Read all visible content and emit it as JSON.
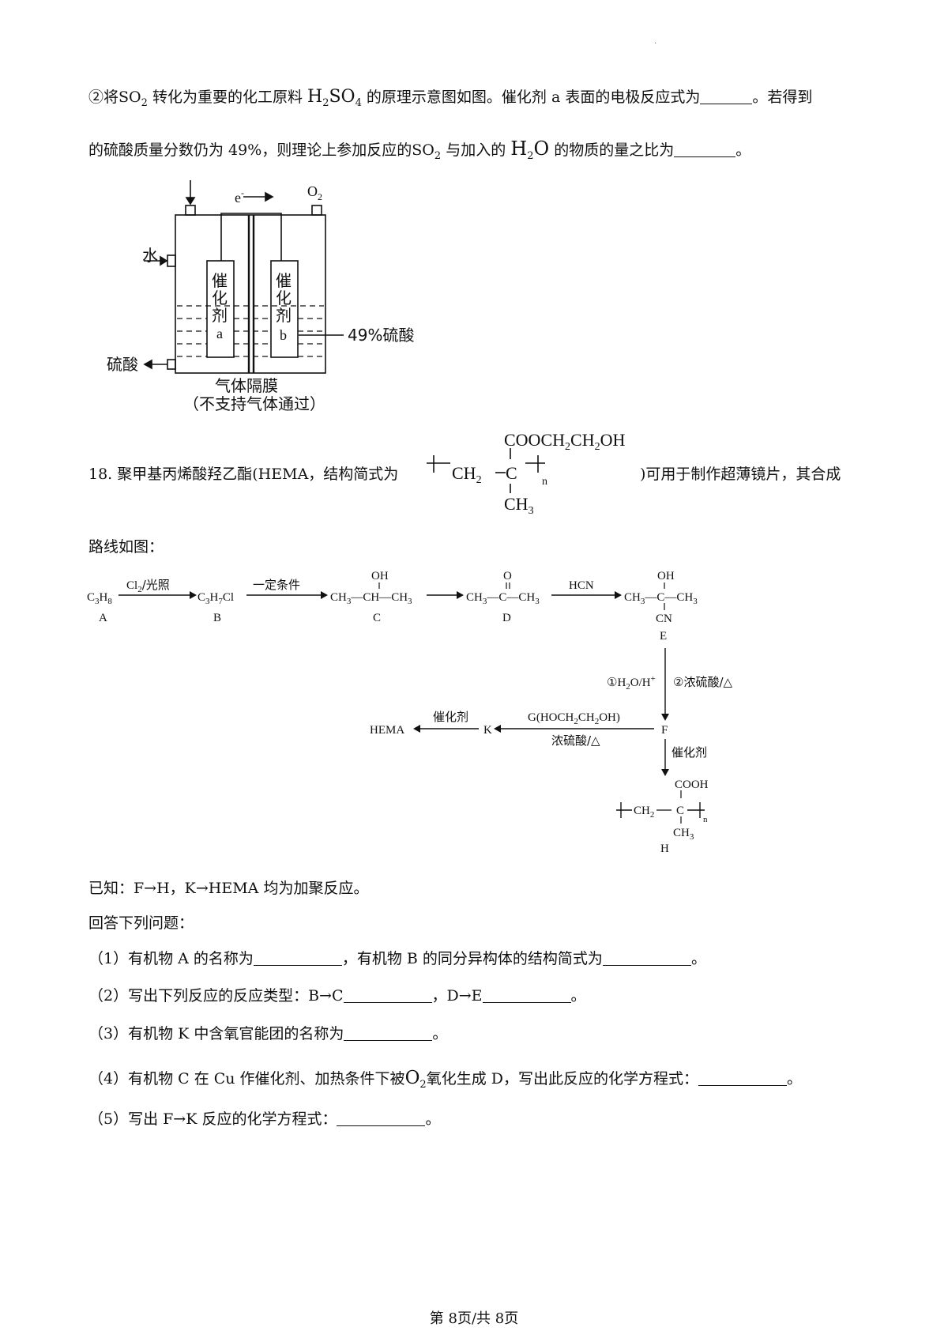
{
  "header_mark": "·",
  "q17": {
    "line1": {
      "a": "②将",
      "so": "SO",
      "so_sub": "2",
      "b": "转化为重要的化工原料",
      "h": "H",
      "h_sub": "2",
      "so4": "SO",
      "so4_sub": "4",
      "c": "的原理示意图如图。催化剂 a 表面的电极反应式为",
      "d": "。若得到"
    },
    "line2": {
      "a": "的硫酸质量分数仍为 49%，则理论上参加反应的",
      "so": "SO",
      "so_sub": "2",
      "b": "与加入的",
      "h": "H",
      "h_sub": "2",
      "o": "O",
      "c": "的物质的量之比为",
      "d": "。"
    },
    "diagram": {
      "water": "水",
      "electron": "e",
      "electron_sup": "-",
      "o2": "O",
      "o2_sub": "2",
      "cat_a_chars": [
        "催",
        "化",
        "剂"
      ],
      "cat_a_letter": "a",
      "cat_b_chars": [
        "催",
        "化",
        "剂"
      ],
      "cat_b_letter": "b",
      "acid_label": "49%硫酸",
      "outlet": "硫酸",
      "membrane": "气体隔膜",
      "membrane_note": "（不支持气体通过）"
    }
  },
  "q18": {
    "intro_before": "18. 聚甲基丙烯酸羟乙酯(HEMA，结构简式为",
    "intro_after": ")可用于制作超薄镜片，其合成",
    "route_label": "路线如图：",
    "hema_struct": {
      "top": "COOCH",
      "top_sub1": "2",
      "top_mid": "CH",
      "top_sub2": "2",
      "top_end": "OH",
      "ch2": "CH",
      "ch2_sub": "2",
      "c": "C",
      "n": "n",
      "ch3": "CH",
      "ch3_sub": "3"
    },
    "route": {
      "A": "A",
      "A_formula": "C",
      "A_sub1": "3",
      "A_h": "H",
      "A_sub2": "8",
      "cond1": "Cl",
      "cond1_sub": "2",
      "cond1_rest": "/光照",
      "B": "B",
      "B_formula": "C",
      "B_sub1": "3",
      "B_h": "H",
      "B_sub2": "7",
      "B_cl": "Cl",
      "cond2": "一定条件",
      "C": "C",
      "C_oh": "OH",
      "C_left": "CH",
      "C_left_sub": "3",
      "C_mid": "—CH—",
      "C_right": "CH",
      "C_right_sub": "3",
      "D": "D",
      "D_o": "O",
      "D_left": "CH",
      "D_left_sub": "3",
      "D_mid": "—C—",
      "D_right": "CH",
      "D_right_sub": "3",
      "cond3": "HCN",
      "E": "E",
      "E_oh": "OH",
      "E_left": "CH",
      "E_left_sub": "3",
      "E_mid": "—C—",
      "E_right": "CH",
      "E_right_sub": "3",
      "E_cn": "CN",
      "cond4a": "①H",
      "cond4a_sub": "2",
      "cond4a_rest": "O/H",
      "cond4a_sup": "+",
      "cond4b": "②浓硫酸/△",
      "F": "F",
      "cond5": "G(HOCH",
      "cond5_sub1": "2",
      "cond5_mid": "CH",
      "cond5_sub2": "2",
      "cond5_end": "OH)",
      "cond5_below": "浓硫酸/△",
      "K": "K",
      "cond6": "催化剂",
      "HEMA": "HEMA",
      "cond7": "催化剂",
      "H_top": "COOH",
      "H_ch2": "CH",
      "H_ch2_sub": "2",
      "H_c": "C",
      "H_n": "n",
      "H_ch3": "CH",
      "H_ch3_sub": "3",
      "H_label": "H"
    },
    "known": "已知：F→H，K→HEMA 均为加聚反应。",
    "answer_prompt": "回答下列问题：",
    "p1": {
      "a": "（1）有机物 A 的名称为",
      "b": "，有机物 B 的同分异构体的结构简式为",
      "c": "。"
    },
    "p2": {
      "a": "（2）写出下列反应的反应类型：B→C",
      "b": "，D→E",
      "c": "。"
    },
    "p3": {
      "a": "（3）有机物 K 中含氧官能团的名称为",
      "b": "。"
    },
    "p4": {
      "a": "（4）有机物 C 在 Cu 作催化剂、加热条件下被",
      "o": "O",
      "o_sub": "2",
      "b": "氧化生成 D，写出此反应的化学方程式：",
      "c": "。"
    },
    "p5": {
      "a": "（5）写出 F→K 反应的化学方程式：",
      "b": "。"
    }
  },
  "footer": "第 8页/共 8页"
}
